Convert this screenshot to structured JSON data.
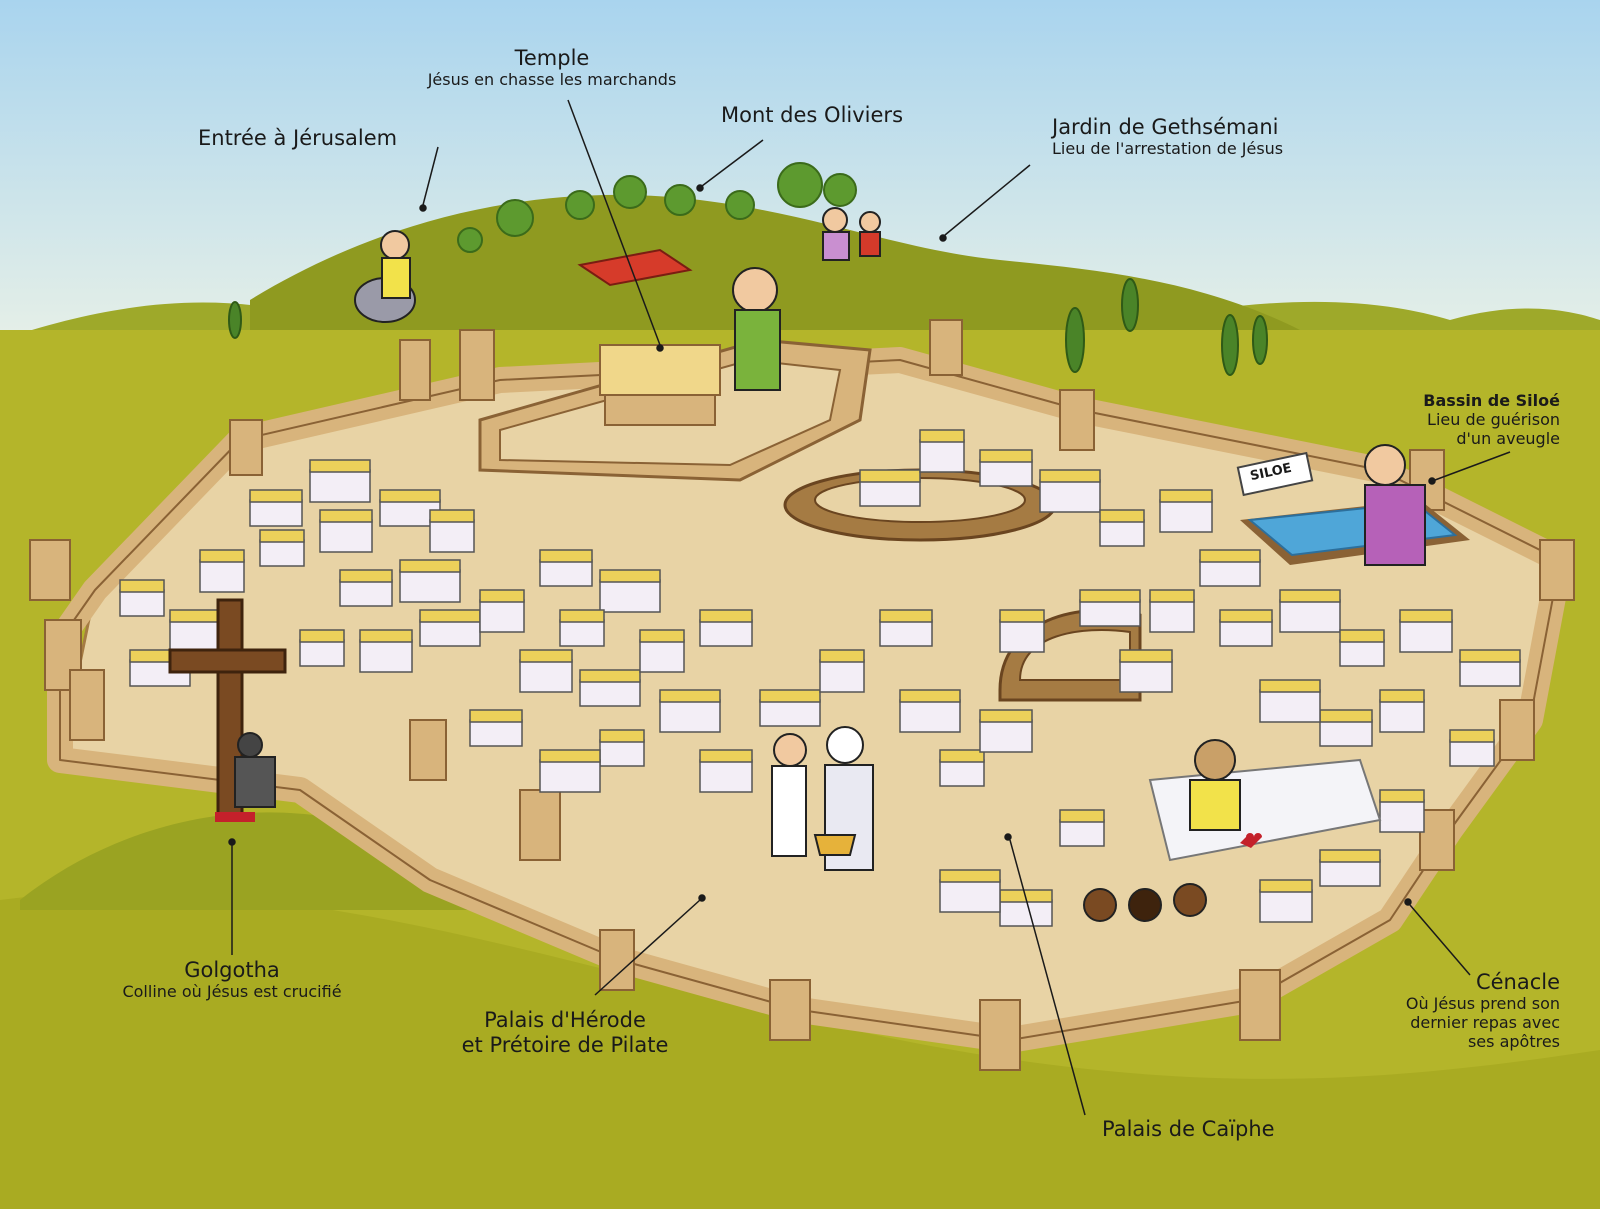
{
  "labels": {
    "temple": {
      "title": "Temple",
      "subtitle": "Jésus en chasse les marchands"
    },
    "entree": {
      "title": "Entrée à Jérusalem"
    },
    "mont_oliviers": {
      "title": "Mont des Oliviers"
    },
    "gethsemani": {
      "title": "Jardin de Gethsémani",
      "subtitle": "Lieu de l'arrestation de Jésus"
    },
    "siloe": {
      "title": "Bassin de Siloé",
      "line1": "Lieu de guérison",
      "line2": "d'un aveugle"
    },
    "golgotha": {
      "title": "Golgotha",
      "subtitle": "Colline où Jésus est crucifié"
    },
    "herode": {
      "line1": "Palais d'Hérode",
      "line2": "et Prétoire de Pilate"
    },
    "caiphe": {
      "title": "Palais de Caïphe"
    },
    "cenacle": {
      "title": "Cénacle",
      "line1": "Où Jésus prend son",
      "line2": "dernier repas avec",
      "line3": "ses apôtres"
    }
  },
  "signs": {
    "siloe_sign": "SILOE"
  },
  "colors": {
    "sky_top": "#a9d4ee",
    "sky_bottom": "#f4f6e6",
    "grass": "#b4b52a",
    "hill": "#8f9a20",
    "wall": "#d8b47c",
    "wall_dark": "#a57b43",
    "ground": "#e8d3a5",
    "house_wall": "#f3eef6",
    "house_roof": "#ecd15a",
    "tree": "#5d9a2f",
    "cross": "#7a4a22"
  }
}
